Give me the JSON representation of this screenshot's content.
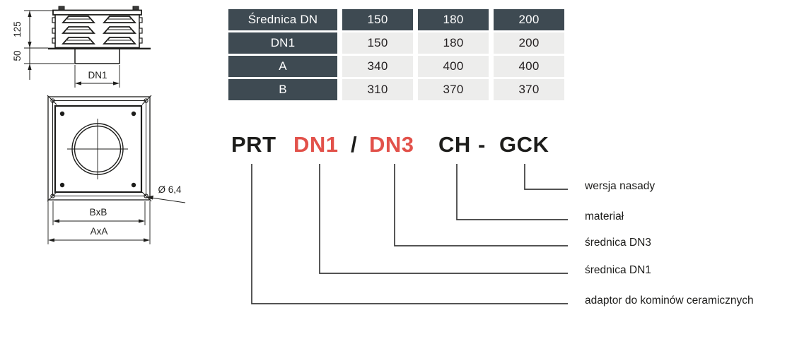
{
  "drawing": {
    "side_view": {
      "dim_body_height": "125",
      "dim_stub_height": "50",
      "dim_pipe": "DN1"
    },
    "bottom_view": {
      "dim_hole": "Ø 6,4",
      "dim_inner": "BxB",
      "dim_outer": "AxA"
    }
  },
  "table": {
    "header": {
      "label": "Średnica DN",
      "values": [
        "150",
        "180",
        "200"
      ]
    },
    "rows": [
      {
        "label": "DN1",
        "values": [
          "150",
          "180",
          "200"
        ]
      },
      {
        "label": "A",
        "values": [
          "340",
          "400",
          "400"
        ]
      },
      {
        "label": "B",
        "values": [
          "310",
          "370",
          "370"
        ]
      }
    ],
    "colors": {
      "header_bg": "#3E4A52",
      "cell_bg": "#EDEDEC"
    }
  },
  "product_code": {
    "prefix": "PRT",
    "dn1": "DN1",
    "slash": "/",
    "dn3": "DN3",
    "material": "CH",
    "dash": "-",
    "version": "GCK",
    "accent_color": "#E2514A"
  },
  "legend": {
    "items": [
      {
        "label": "wersja nasady"
      },
      {
        "label": "materiał"
      },
      {
        "label": "średnica DN3"
      },
      {
        "label": "średnica DN1"
      },
      {
        "label": "adaptor do kominów ceramicznych"
      }
    ]
  }
}
